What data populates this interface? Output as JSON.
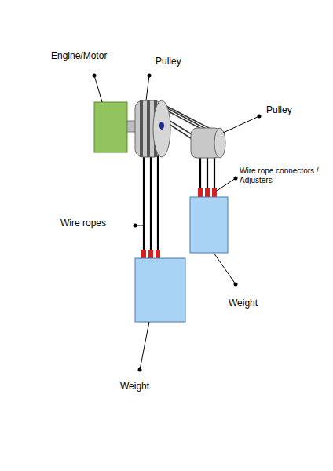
{
  "diagram": {
    "labels": [
      "Engine/Motor",
      "Pulley",
      "Pulley",
      "Wire ropes",
      "Wire rope connectors / Adjusters",
      "Weight",
      "Weight"
    ]
  }
}
